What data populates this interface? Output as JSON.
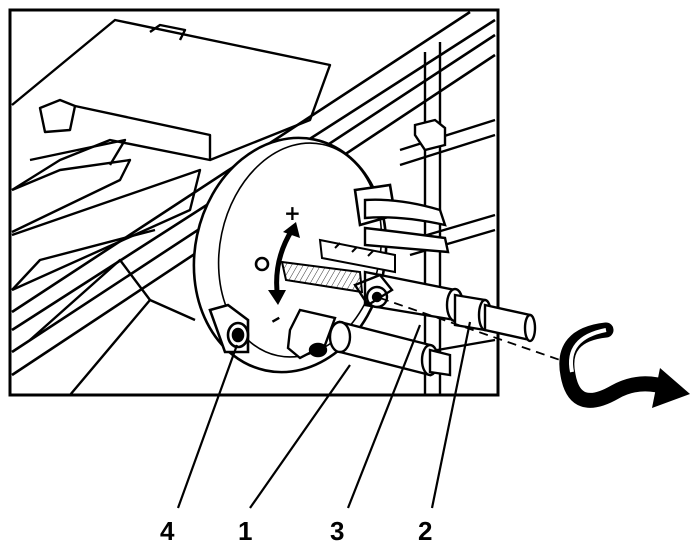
{
  "illustration": {
    "subject": "technical-line-drawing",
    "scale_symbols": {
      "plus": "+",
      "minus": "–"
    },
    "callouts": [
      {
        "id": "callout-4",
        "label": "4"
      },
      {
        "id": "callout-1",
        "label": "1"
      },
      {
        "id": "callout-3",
        "label": "3"
      },
      {
        "id": "callout-2",
        "label": "2"
      }
    ],
    "rotation_arrow_icon": "curved-arrow-icon",
    "colors": {
      "ink": "#000000",
      "paper": "#ffffff",
      "shade": "#d9d9d9"
    }
  }
}
